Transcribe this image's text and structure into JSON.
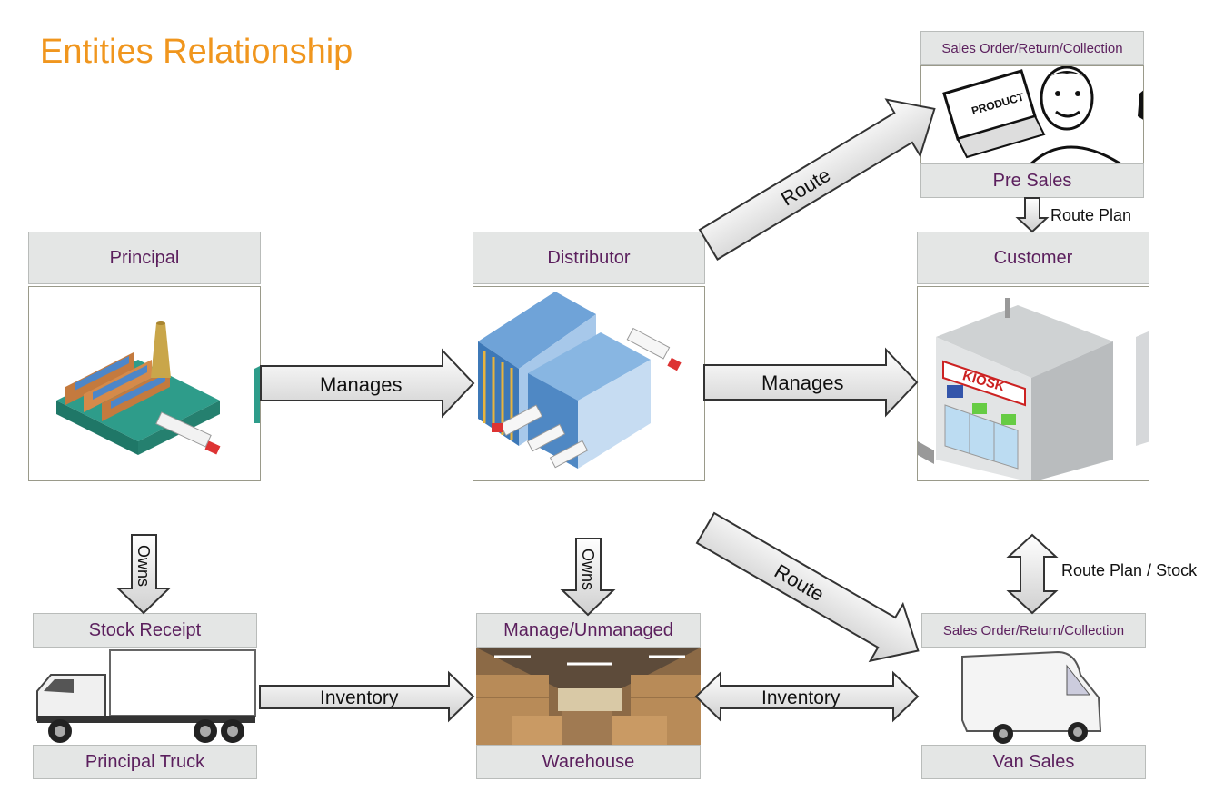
{
  "title": "Entities Relationship",
  "nodes": {
    "principal": "Principal",
    "distributor": "Distributor",
    "customer": "Customer",
    "pre_sales_top": "Sales Order/Return/Collection",
    "pre_sales": "Pre Sales",
    "stock_receipt": "Stock Receipt",
    "principal_truck": "Principal Truck",
    "manage_unmanaged": "Manage/Unmanaged",
    "warehouse": "Warehouse",
    "van_sales_top": "Sales Order/Return/Collection",
    "van_sales": "Van Sales"
  },
  "arrows": {
    "principal_distributor": "Manages",
    "distributor_customer": "Manages",
    "route_up": "Route",
    "route_down": "Route",
    "owns_principal": "Owns",
    "owns_distributor": "Owns",
    "truck_warehouse": "Inventory",
    "warehouse_van": "Inventory",
    "route_plan": "Route Plan",
    "route_plan_stock": "Route Plan / Stock"
  },
  "images": {
    "kiosk_sign": "KIOSK",
    "product_box": "PRODUCT"
  }
}
